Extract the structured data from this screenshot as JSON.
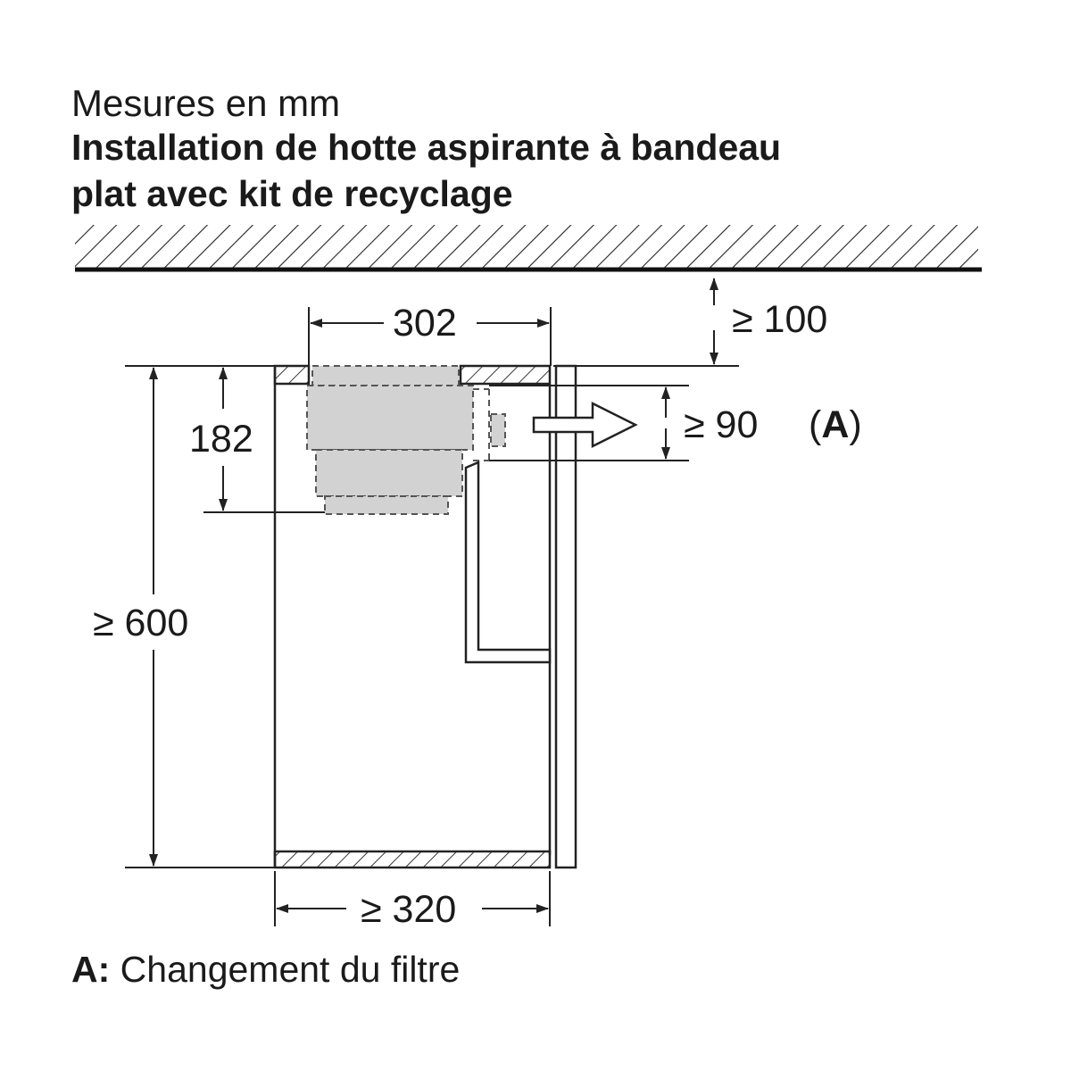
{
  "header": {
    "subtitle": "Mesures en mm",
    "title_line1": "Installation de hotte aspirante à bandeau",
    "title_line2": "plat avec kit de recyclage"
  },
  "dimensions": {
    "width_hood": "302",
    "clearance_top": "≥ 100",
    "hood_height": "182",
    "filter_gap": "≥ 90",
    "filter_ref": "(A)",
    "cabinet_height": "≥ 600",
    "cabinet_width": "≥ 320"
  },
  "legend": {
    "key": "A:",
    "text": "Changement du filtre"
  }
}
